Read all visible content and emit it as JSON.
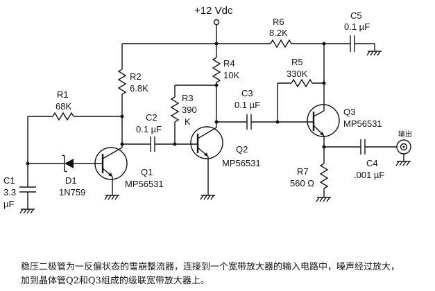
{
  "supply": "+12 Vdc",
  "components": {
    "r1": {
      "ref": "R1",
      "value": "68K"
    },
    "r2": {
      "ref": "R2",
      "value": "6.8K"
    },
    "r3": {
      "ref": "R3",
      "value1": "390",
      "value2": "K"
    },
    "r4": {
      "ref": "R4",
      "value": "10K"
    },
    "r5": {
      "ref": "R5",
      "value": "330K"
    },
    "r6": {
      "ref": "R6",
      "value": "8.2K"
    },
    "r7": {
      "ref": "R7",
      "value": "560 Ω"
    },
    "c1": {
      "ref": "C1",
      "value1": "3.3",
      "value2": "µF"
    },
    "c2": {
      "ref": "C2",
      "value": "0.1 µF"
    },
    "c3": {
      "ref": "C3",
      "value": "0.1 µF"
    },
    "c4": {
      "ref": "C4",
      "value": ".001 µF"
    },
    "c5": {
      "ref": "C5",
      "value": "0.1 µF"
    },
    "d1": {
      "ref": "D1",
      "value": "1N759"
    },
    "q1": {
      "ref": "Q1",
      "value": "MP56531"
    },
    "q2": {
      "ref": "Q2",
      "value": "MP56531"
    },
    "q3": {
      "ref": "Q3",
      "value": "MP56531"
    }
  },
  "output_label": "输出",
  "caption": {
    "line1": "稳压二极管为一反偏状态的雪崩整流器，连接到一个宽带放大器的输入电路中，噪声经过放大，",
    "line2": "加到晶体管Q2和Q3组成的级联宽带放大器上。"
  }
}
